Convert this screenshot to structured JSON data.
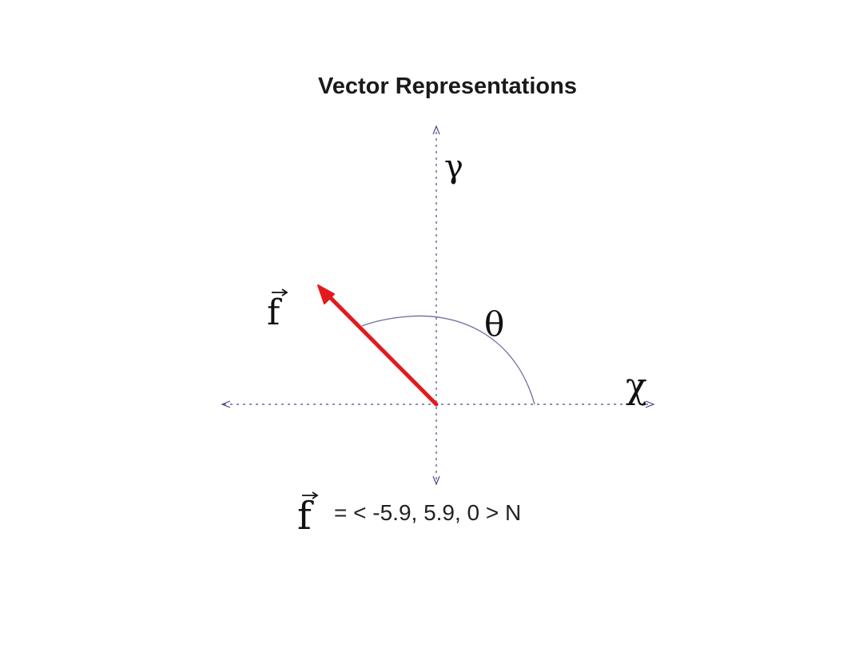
{
  "title": "Vector Representations",
  "axes": {
    "x_label": "χ",
    "y_label": "γ"
  },
  "vector": {
    "symbol": "f",
    "components": [
      -5.9,
      5.9,
      0
    ],
    "unit": "N",
    "component_text": "= < -5.9, 5.9, 0 > N",
    "color": "#e31a1c"
  },
  "angle": {
    "label": "θ"
  },
  "colors": {
    "axis": "#4a4a8a",
    "arc": "#6a6aa0"
  }
}
